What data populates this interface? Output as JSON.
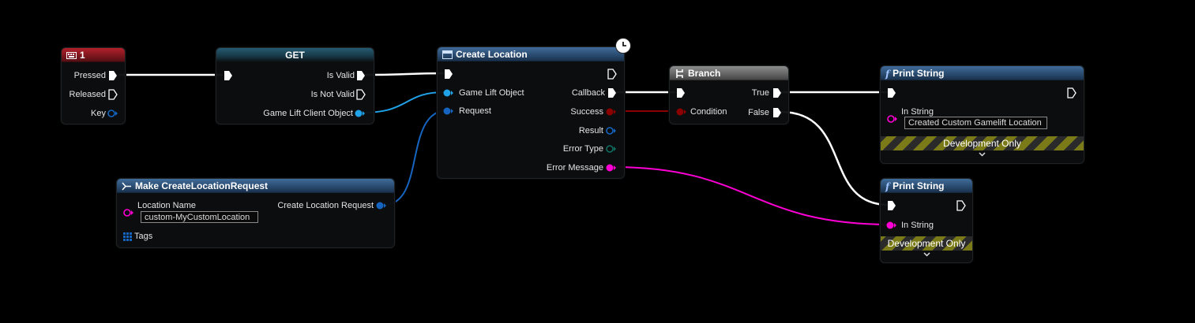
{
  "nodes": {
    "key_event": {
      "title": "1",
      "pins": {
        "pressed": "Pressed",
        "released": "Released",
        "key": "Key"
      }
    },
    "get": {
      "title": "GET",
      "pins": {
        "is_valid": "Is Valid",
        "is_not_valid": "Is Not Valid",
        "client_object": "Game Lift Client Object"
      }
    },
    "create_location": {
      "title": "Create Location",
      "pins": {
        "game_lift_object": "Game Lift Object",
        "request": "Request",
        "callback": "Callback",
        "success": "Success",
        "result": "Result",
        "error_type": "Error Type",
        "error_message": "Error Message"
      }
    },
    "make_request": {
      "title": "Make CreateLocationRequest",
      "pins": {
        "location_name": "Location Name",
        "location_name_value": "custom-MyCustomLocation",
        "tags": "Tags",
        "output": "Create Location Request"
      }
    },
    "branch": {
      "title": "Branch",
      "pins": {
        "condition": "Condition",
        "true": "True",
        "false": "False"
      }
    },
    "print_string_1": {
      "title": "Print String",
      "pins": {
        "in_string": "In String",
        "in_string_value": "Created Custom Gamelift Location"
      },
      "dev_only": "Development Only"
    },
    "print_string_2": {
      "title": "Print String",
      "pins": {
        "in_string": "In String"
      },
      "dev_only": "Development Only"
    }
  },
  "colors": {
    "exec": "#ffffff",
    "object": "#1fa2e8",
    "struct": "#1565c0",
    "bool": "#8b0000",
    "string": "#ff00d4",
    "enum": "#0f6f62"
  }
}
